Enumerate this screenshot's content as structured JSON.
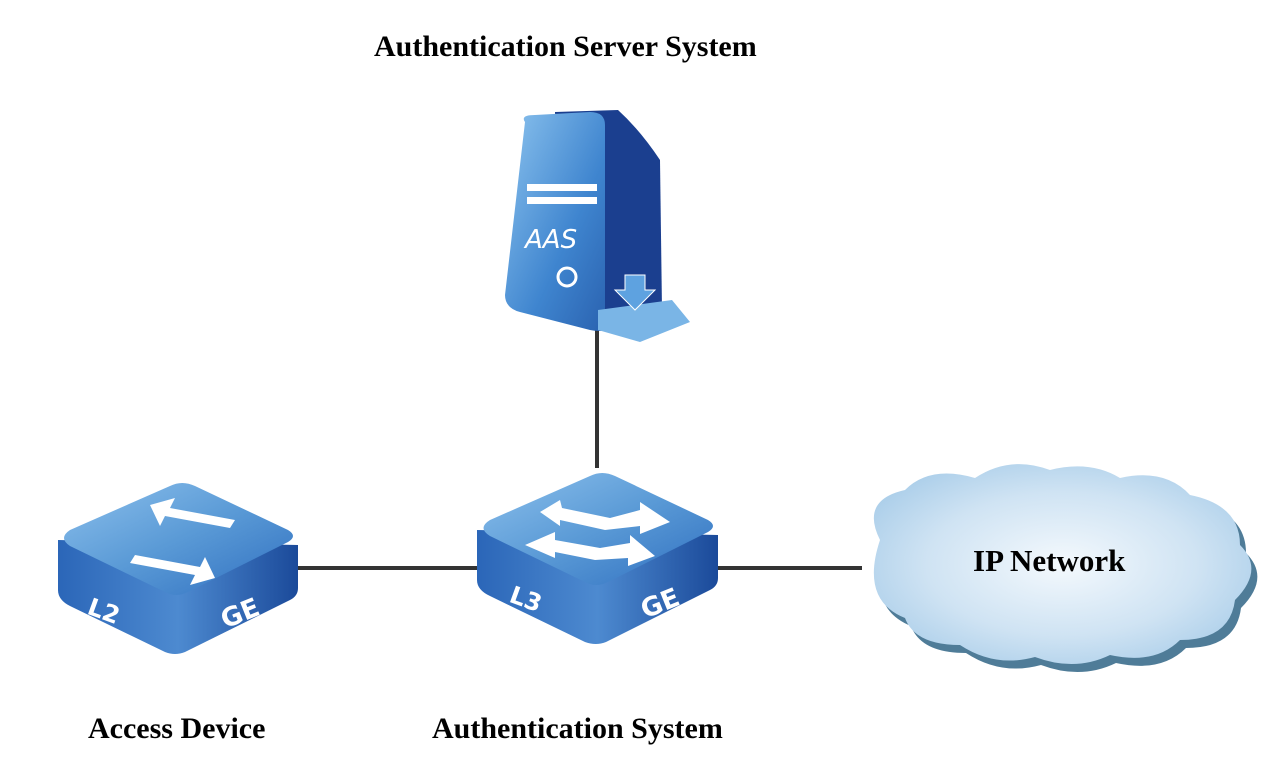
{
  "diagram": {
    "title": "Authentication Server System",
    "nodes": {
      "server": {
        "label": "Authentication Server System",
        "badge": "AAS",
        "icon": "server-icon"
      },
      "access_device": {
        "label": "Access Device",
        "layer": "L2",
        "port": "GE",
        "icon": "l2-switch-icon"
      },
      "auth_system": {
        "label": "Authentication System",
        "layer": "L3",
        "port": "GE",
        "icon": "l3-switch-icon"
      },
      "ip_network": {
        "label": "IP Network",
        "icon": "cloud-icon"
      }
    },
    "links": [
      {
        "from": "server",
        "to": "auth_system"
      },
      {
        "from": "access_device",
        "to": "auth_system"
      },
      {
        "from": "auth_system",
        "to": "ip_network"
      }
    ],
    "colors": {
      "device_top": "#5b9bd8",
      "device_side": "#1f56a8",
      "server_dark": "#1b3f8f",
      "cloud": "#bcd9ee",
      "link": "#333333"
    }
  }
}
